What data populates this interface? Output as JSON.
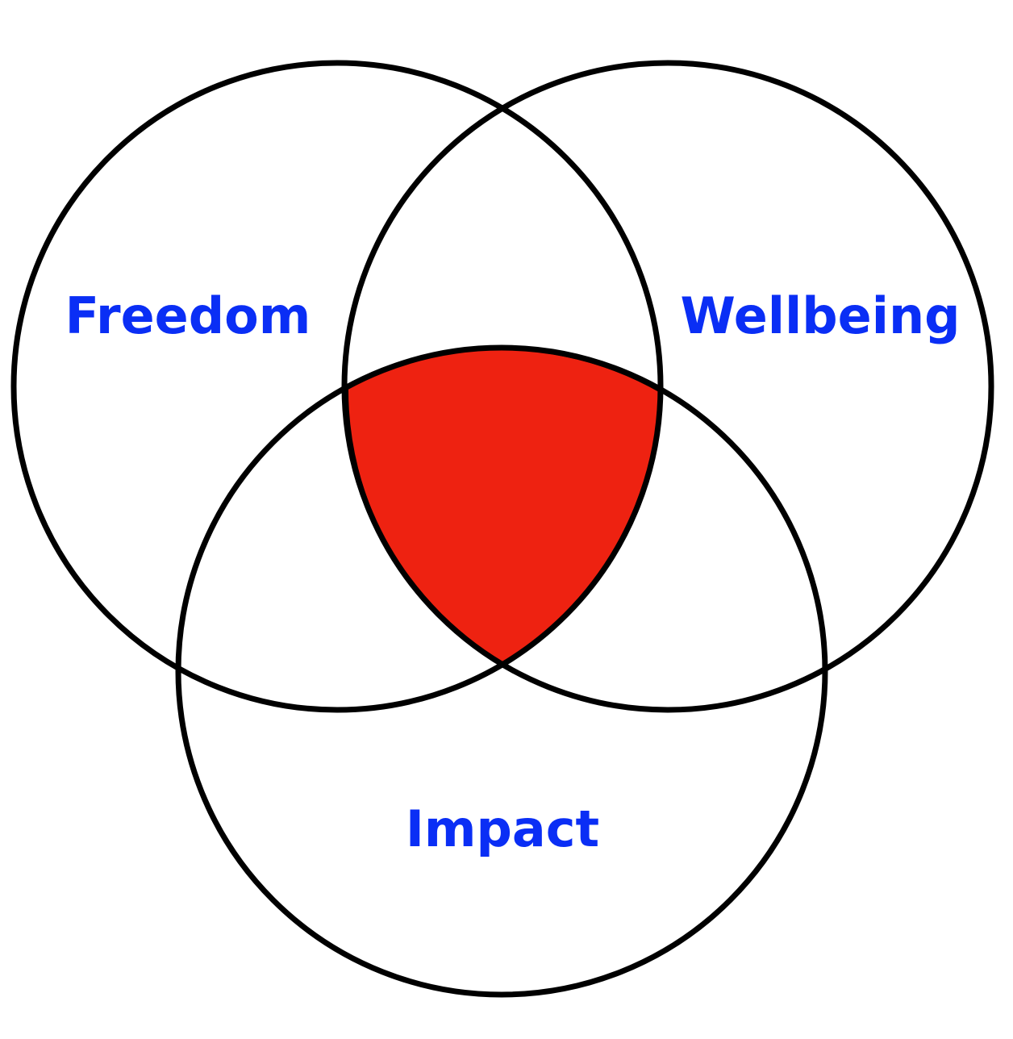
{
  "diagram": {
    "type": "venn",
    "sets": [
      {
        "id": "freedom",
        "label": "Freedom"
      },
      {
        "id": "wellbeing",
        "label": "Wellbeing"
      },
      {
        "id": "impact",
        "label": "Impact"
      }
    ],
    "highlighted_region": "freedom-wellbeing-impact",
    "colors": {
      "label_text": "#0a2ef5",
      "highlight_fill": "#ee2211",
      "circle_stroke": "#000000",
      "background": "#ffffff"
    }
  }
}
